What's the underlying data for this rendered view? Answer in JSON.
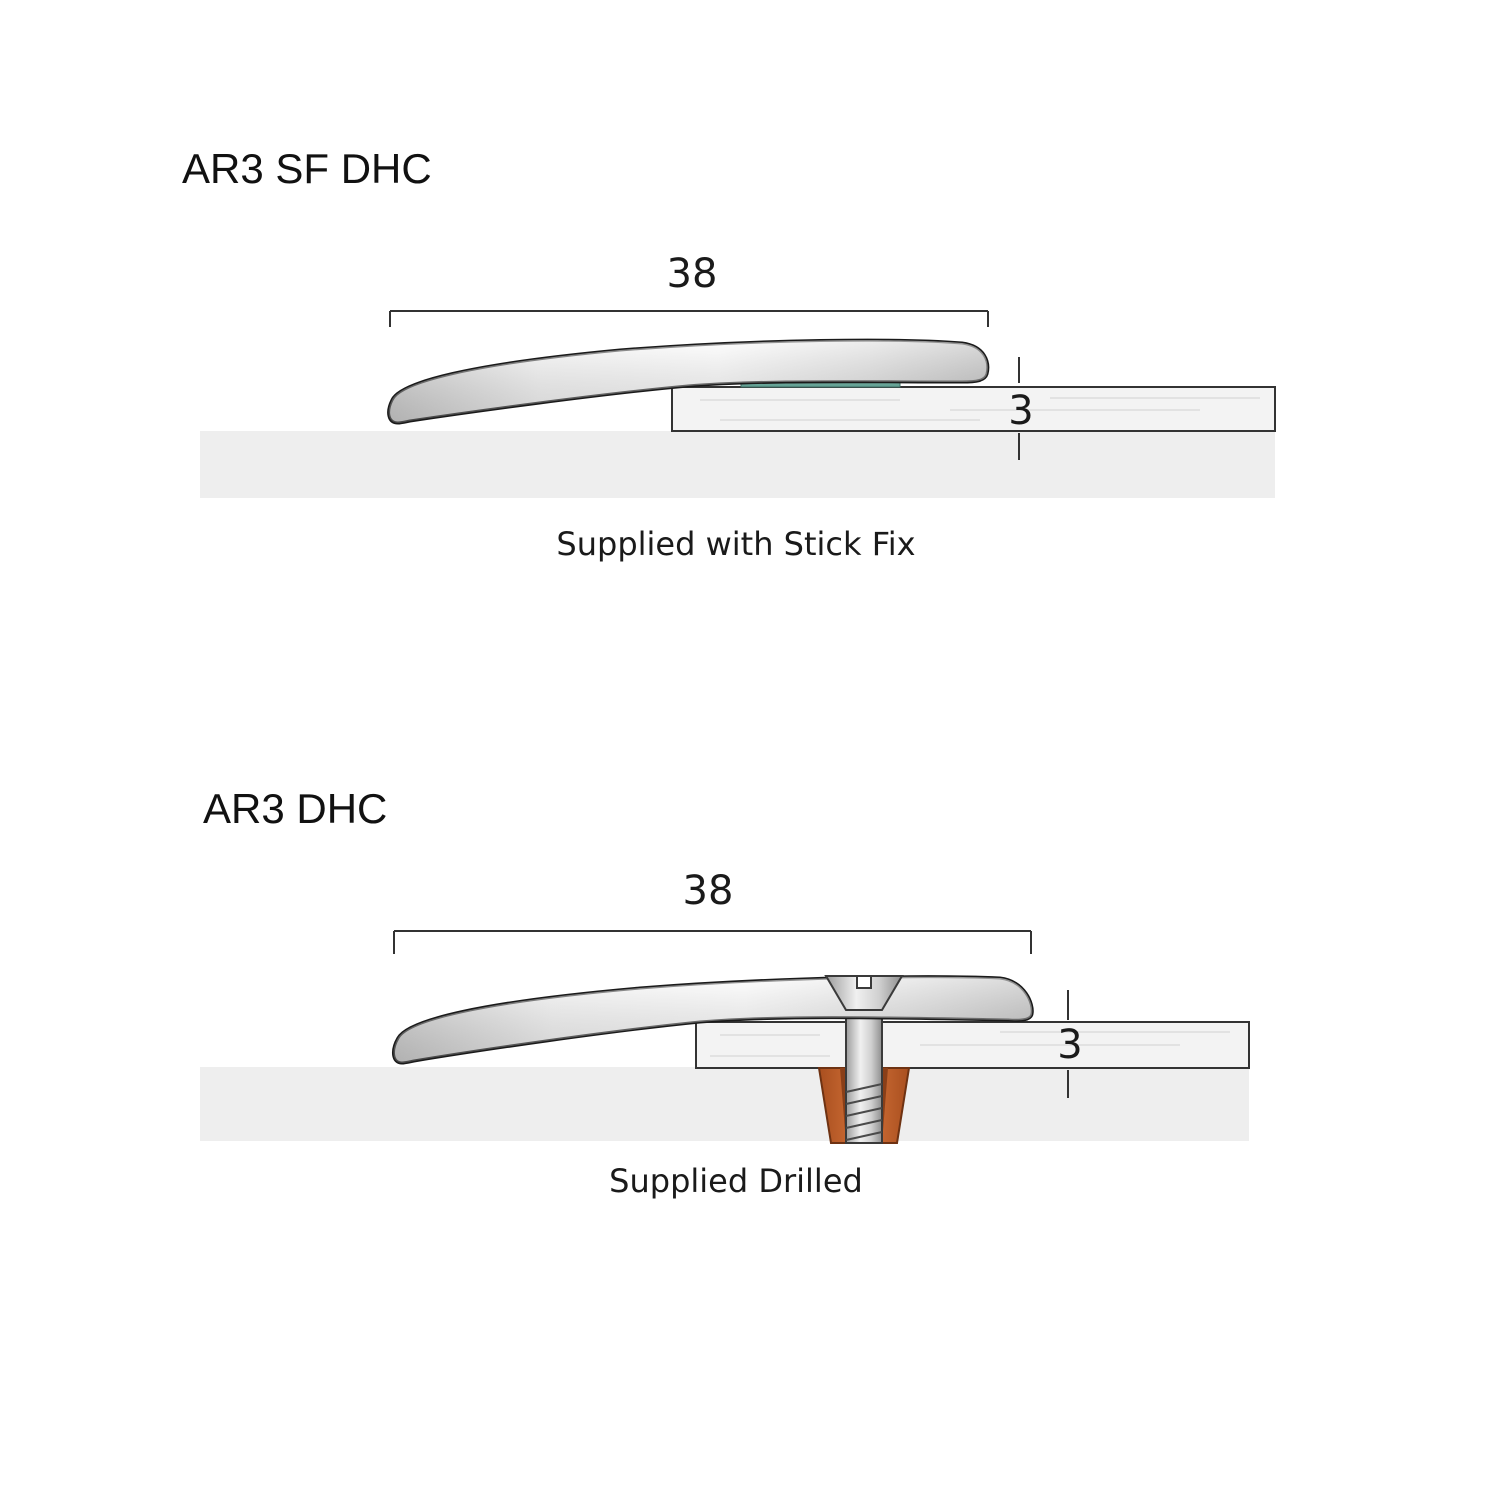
{
  "diagrams": [
    {
      "title": "AR3 SF DHC",
      "width_label": "38",
      "height_label": "3",
      "caption": "Supplied with Stick Fix",
      "fixing": "stick-fix-tape"
    },
    {
      "title": "AR3 DHC",
      "width_label": "38",
      "height_label": "3",
      "caption": "Supplied Drilled",
      "fixing": "screw-and-plug"
    }
  ],
  "colors": {
    "subfloor": "#eeeeee",
    "floor_board": "#f2f2f2",
    "stick_fix_tape": "#76b3a6",
    "wall_plug": "#c9652c",
    "profile_highlight": "#fcfcfc",
    "profile_shadow": "#b8b8b8",
    "screw": "#c8c8c8",
    "outline": "#1a1a1a"
  }
}
